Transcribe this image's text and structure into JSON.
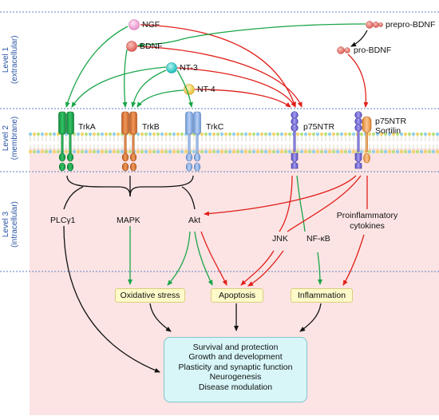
{
  "levels": {
    "l1_line1": "Level 1",
    "l1_line2": "(extracellular)",
    "l2_line1": "Level 2",
    "l2_line2": "(membrane)",
    "l3_line1": "Level 3",
    "l3_line2": "(intracellular)"
  },
  "ligands": {
    "ngf": "NGF",
    "bdnf": "BDNF",
    "nt3": "NT-3",
    "nt4": "NT-4",
    "prepro_bdnf": "prepro-BDNF",
    "pro_bdnf": "pro-BDNF"
  },
  "receptors": {
    "trka": "TrkA",
    "trkb": "TrkB",
    "trkc": "TrkC",
    "p75ntr": "p75NTR",
    "p75_sortilin_line1": "p75NTR",
    "p75_sortilin_line2": "Sortilin"
  },
  "pathways": {
    "plcg1": "PLCγ1",
    "mapk": "MAPK",
    "akt": "Akt",
    "jnk": "JNK",
    "nfkb": "NF-κB",
    "proinflam_line1": "Proinflammatory",
    "proinflam_line2": "cytokines"
  },
  "effects": {
    "oxidative": "Oxidative stress",
    "apoptosis": "Apoptosis",
    "inflammation": "Inflammation"
  },
  "outcomes": [
    "Survival and protection",
    "Growth and development",
    "Plasticity and synaptic function",
    "Neurogenesis",
    "Disease modulation"
  ],
  "colors": {
    "level_label": "#2b55a3",
    "green_arrow": "#1aa548",
    "red_arrow": "#e0201b",
    "trka": "#19a84a",
    "trkb": "#e0793a",
    "trkc": "#8fb4ea",
    "p75": "#7a6fd6",
    "sortilin": "#f4a65a",
    "ngf": "#f2a6d8",
    "bdnf": "#ea7b72",
    "nt3": "#2fd4d0",
    "nt4": "#f6d25a",
    "intracellular_bg": "#fce4e4",
    "effect_box": "#fdf9c9",
    "outcome_box": "#d8f6f8"
  }
}
